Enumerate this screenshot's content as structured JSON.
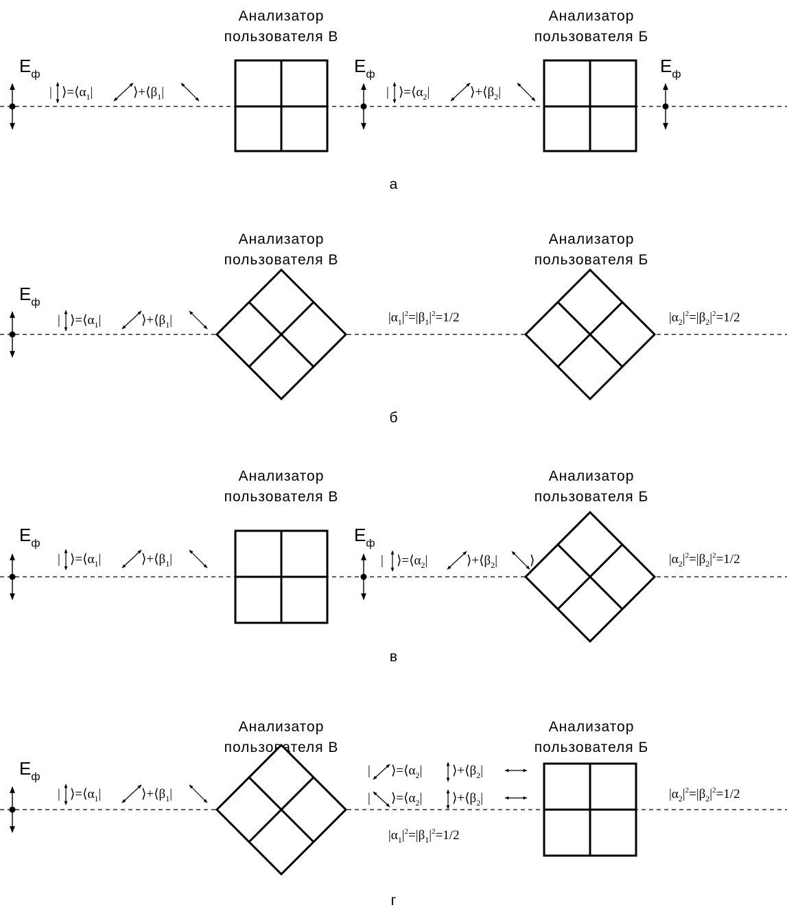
{
  "panels": [
    {
      "letter": "а",
      "analyzer_left": {
        "line1": "Анализатор",
        "line2": "пользователя В",
        "orientation": "rectilinear"
      },
      "analyzer_right": {
        "line1": "Анализатор",
        "line2": "пользователя Б",
        "orientation": "rectilinear"
      },
      "field_label": {
        "main": "E",
        "sub": "ф"
      },
      "formula_left": {
        "a": "α",
        "a_sub": "1",
        "b": "β",
        "b_sub": "1"
      },
      "formula_mid": {
        "a": "α",
        "a_sub": "2",
        "b": "β",
        "b_sub": "2"
      }
    },
    {
      "letter": "б",
      "analyzer_left": {
        "line1": "Анализатор",
        "line2": "пользователя В",
        "orientation": "diagonal"
      },
      "analyzer_right": {
        "line1": "Анализатор",
        "line2": "пользователя Б",
        "orientation": "diagonal"
      },
      "field_label": {
        "main": "E",
        "sub": "ф"
      },
      "formula_left": {
        "a": "α",
        "a_sub": "1",
        "b": "β",
        "b_sub": "1"
      },
      "prob_mid": {
        "a_sub": "1",
        "b_sub": "1",
        "sq": "2",
        "value": "=1/2"
      },
      "prob_right": {
        "a_sub": "2",
        "b_sub": "2",
        "sq": "2",
        "value": "=1/2"
      }
    },
    {
      "letter": "в",
      "analyzer_left": {
        "line1": "Анализатор",
        "line2": "пользователя В",
        "orientation": "rectilinear"
      },
      "analyzer_right": {
        "line1": "Анализатор",
        "line2": "пользователя Б",
        "orientation": "diagonal"
      },
      "field_label": {
        "main": "E",
        "sub": "ф"
      },
      "formula_left": {
        "a": "α",
        "a_sub": "1",
        "b": "β",
        "b_sub": "1"
      },
      "formula_mid": {
        "a": "α",
        "a_sub": "2",
        "b": "β",
        "b_sub": "2"
      },
      "prob_right": {
        "a_sub": "2",
        "b_sub": "2",
        "sq": "2",
        "value": "=1/2"
      }
    },
    {
      "letter": "г",
      "analyzer_left": {
        "line1": "Анализатор",
        "line2": "пользователя В",
        "orientation": "diagonal"
      },
      "analyzer_right": {
        "line1": "Анализатор",
        "line2": "пользователя Б",
        "orientation": "rectilinear"
      },
      "field_label": {
        "main": "E",
        "sub": "ф"
      },
      "formula_left": {
        "a": "α",
        "a_sub": "1",
        "b": "β",
        "b_sub": "1"
      },
      "formula_mid_1": {
        "a": "α",
        "a_sub": "2",
        "b": "β",
        "b_sub": "2"
      },
      "formula_mid_2": {
        "a": "α",
        "a_sub": "2",
        "b": "β",
        "b_sub": "2"
      },
      "prob_mid": {
        "a_sub": "1",
        "b_sub": "1",
        "sq": "2",
        "value": "=1/2"
      },
      "prob_right": {
        "a_sub": "2",
        "b_sub": "2",
        "sq": "2",
        "value": "=1/2"
      }
    }
  ]
}
